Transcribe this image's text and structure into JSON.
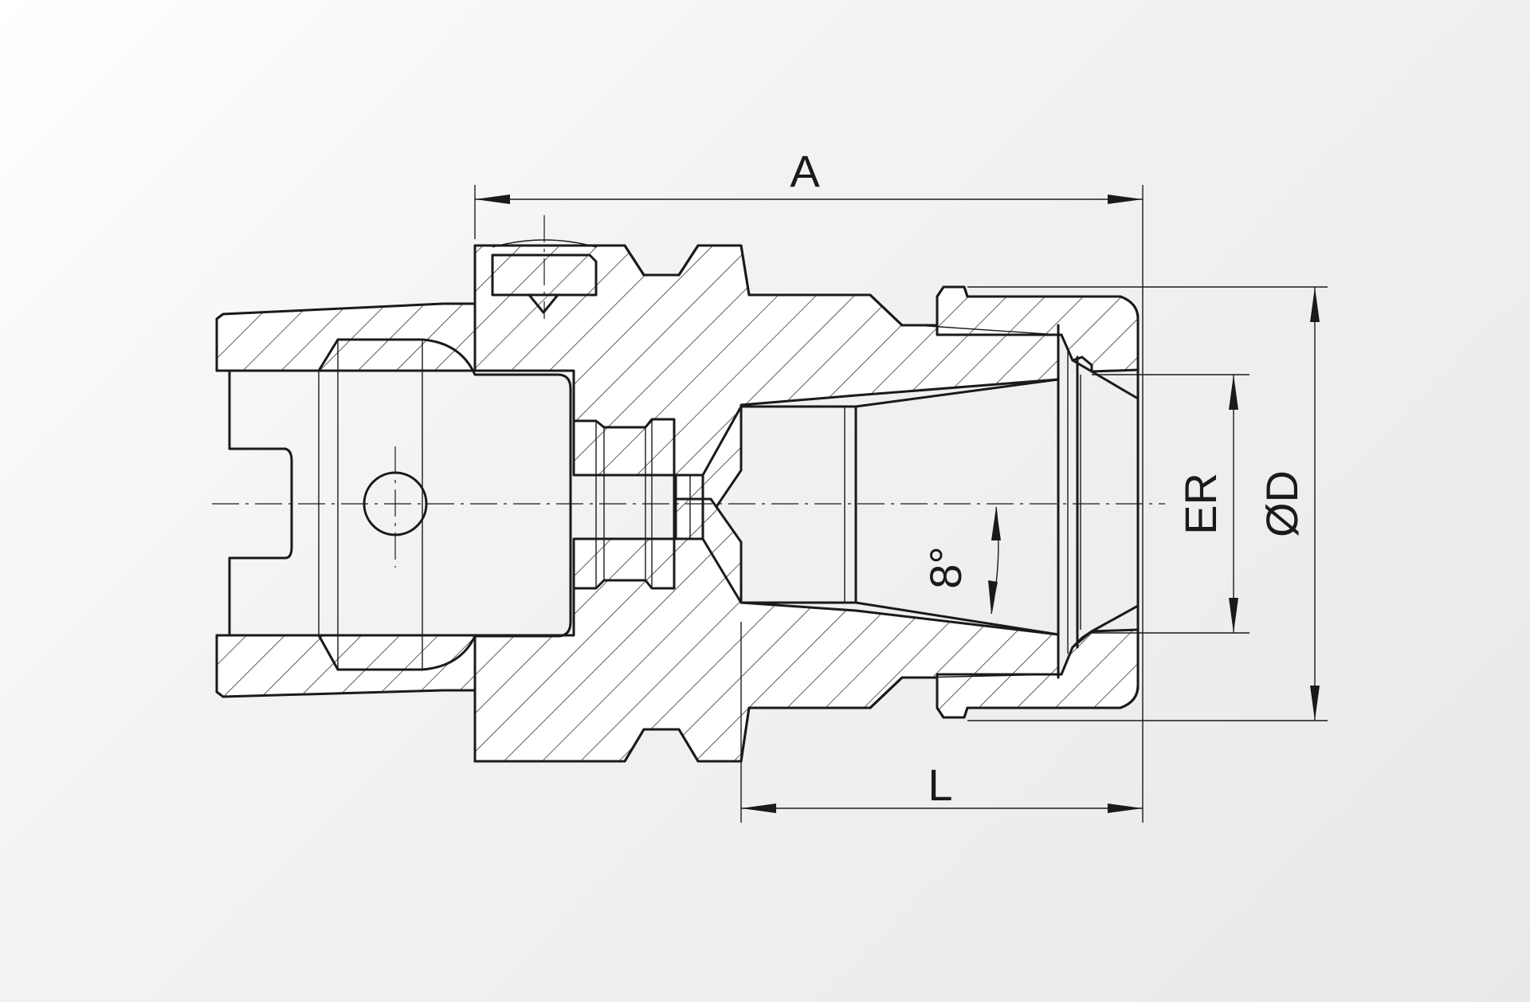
{
  "labels": {
    "overall_length": "A",
    "projection_length": "L",
    "collet_system": "ER",
    "nut_diameter": "ØD",
    "taper_angle": "8°"
  },
  "colors": {
    "line": "#1a1a1a",
    "background": "#ececec"
  }
}
